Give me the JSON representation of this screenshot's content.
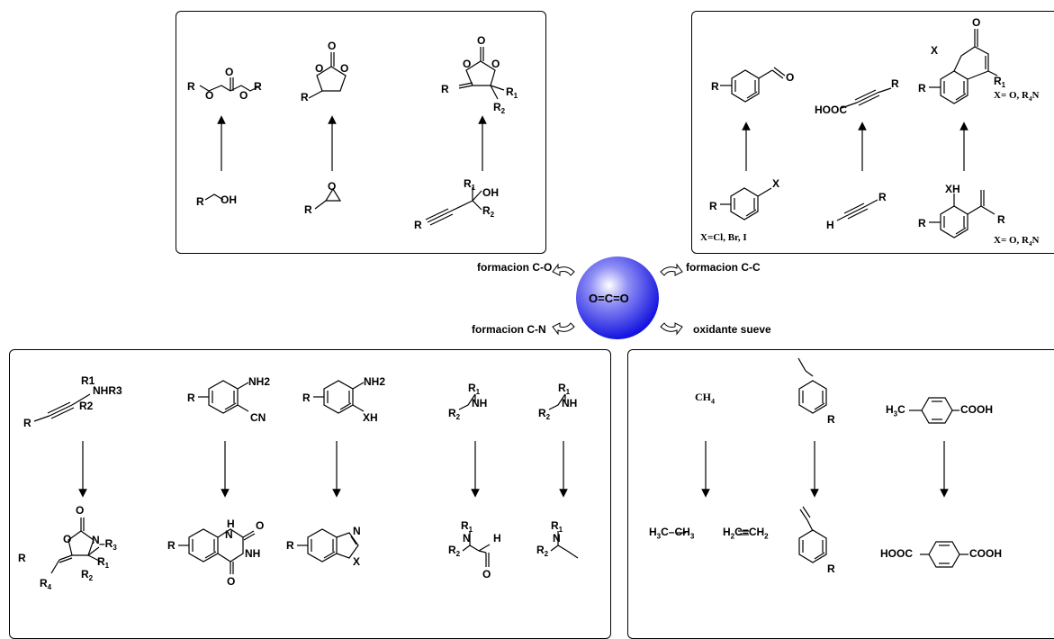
{
  "co2": {
    "label": "O=C=O"
  },
  "reaction_types": {
    "c_o": "formacion C-O",
    "c_c": "formacion C-C",
    "c_n": "formacion C-N",
    "oxidant": "oxidante sueve"
  },
  "top_left": {
    "products": [
      "R–O–C(=O)–O–R",
      "cyclic carbonate",
      "alkylidene cyclic carbonate"
    ],
    "substrates": [
      "R–OH",
      "epoxide",
      "propargylic alcohol"
    ]
  },
  "top_right": {
    "notes": {
      "halide": "X=Cl, Br, I",
      "x_def_top": "X= O, R",
      "x_def_bottom": "X= O, R"
    }
  },
  "bottom_left": {
    "substrates": [
      "propargylic amine",
      "2-aminobenzonitrile",
      "2-aminophenol",
      "secondary amine",
      "secondary amine"
    ],
    "products": [
      "oxazolidinone",
      "quinazolinedione",
      "benzoxazole",
      "formamide",
      "methylamine"
    ]
  },
  "bottom_right": {
    "labels": {
      "methane": "CH",
      "ethane_left": "H",
      "ethane_c": "C",
      "ethane_right": "CH",
      "ethylene_left": "H",
      "ethylene_right": "C",
      "ethylene_ch2": "CH",
      "h3c": "H",
      "cooh": "COOH",
      "hooc": "HOOC"
    }
  }
}
